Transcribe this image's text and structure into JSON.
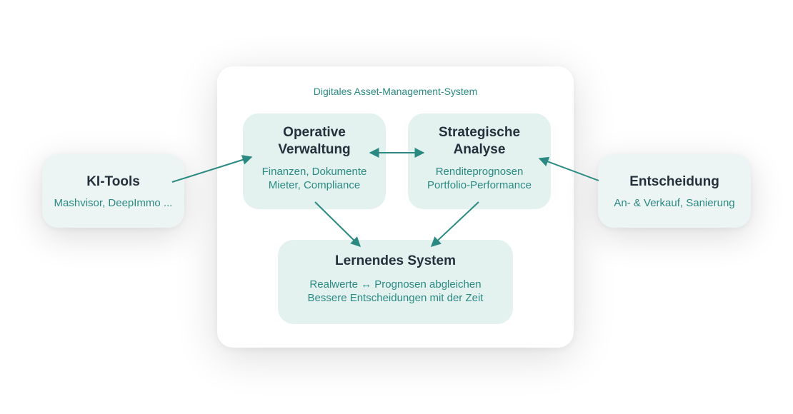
{
  "panel": {
    "title": "Digitales Asset-Management-System"
  },
  "nodes": {
    "operative": {
      "title": "Operative\nVerwaltung",
      "details": "Finanzen, Dokumente\nMieter, Compliance"
    },
    "strategic": {
      "title": "Strategische\nAnalyse",
      "details": "Renditeprognosen\nPortfolio-Performance"
    },
    "learning": {
      "title": "Lernendes System",
      "details": "Realwerte ↔ Prognosen abgleichen\nBessere Entscheidungen mit der Zeit"
    },
    "ki_tools": {
      "title": "KI-Tools",
      "details": "Mashvisor, DeepImmo ..."
    },
    "decision": {
      "title": "Entscheidung",
      "details": "An- & Verkauf, Sanierung"
    }
  },
  "colors": {
    "accent": "#2a8a82",
    "inner_box": "#e3f1ef",
    "outer_box": "#edf5f4",
    "heading": "#24303b"
  }
}
